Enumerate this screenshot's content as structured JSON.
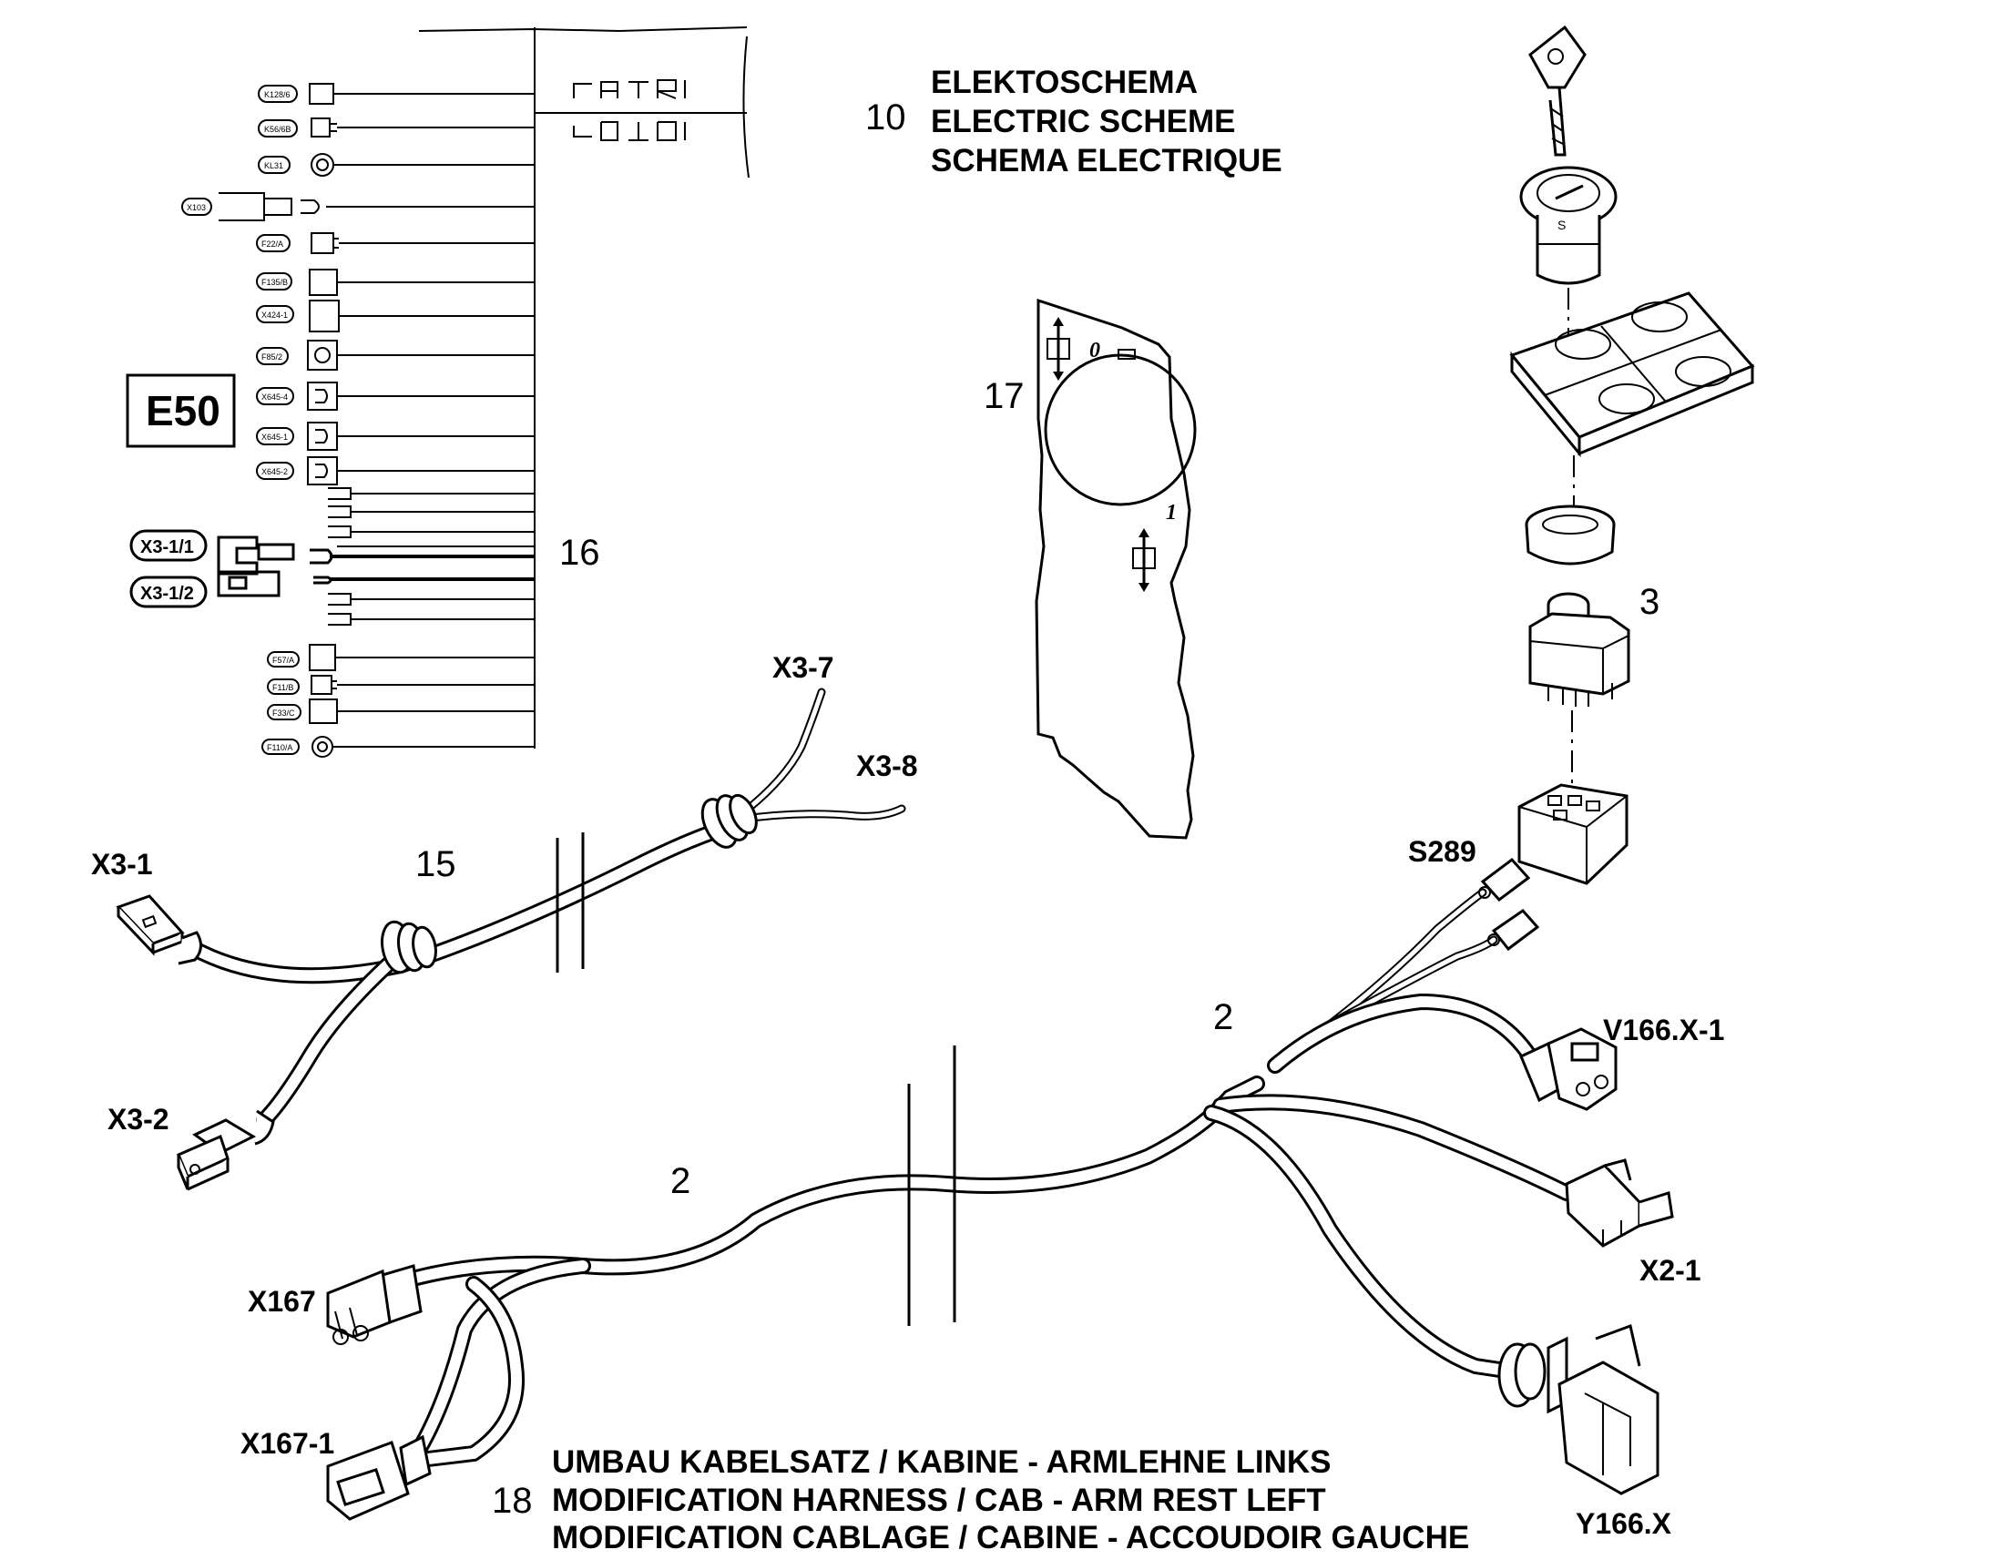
{
  "titles": {
    "scheme": {
      "item": "10",
      "lines": [
        "ELEKTOSCHEMA",
        "ELECTRIC SCHEME",
        "SCHEMA ELECTRIQUE"
      ]
    },
    "harness": {
      "item": "18",
      "lines": [
        "UMBAU KABELSATZ / KABINE - ARMLEHNE LINKS",
        "MODIFICATION HARNESS / CAB -  ARM REST LEFT",
        "MODIFICATION CABLAGE / CABINE - ACCOUDOIR GAUCHE"
      ]
    }
  },
  "schematic": {
    "box_label": "E50",
    "item": "16",
    "small_connectors": [
      "K128/6",
      "K56/6B",
      "KL31",
      "X103",
      "F22/A",
      "F135/B",
      "X424-1",
      "F85/2",
      "X645-4",
      "X645-1",
      "X645-2",
      "F57/A",
      "F11/B",
      "F33/C",
      "F110/A"
    ],
    "large_connectors": [
      "X3-1/1",
      "X3-1/2"
    ]
  },
  "parts": {
    "decal_item": "17",
    "decal_marks": [
      "0",
      "1"
    ],
    "switch_item": "3",
    "harness_15_item": "15",
    "harness_2_item_upper": "2",
    "harness_2_item_lower": "2"
  },
  "connectors": [
    "X3-7",
    "X3-8",
    "X3-1",
    "X3-2",
    "S289",
    "V166.X-1",
    "X2-1",
    "X167",
    "X167-1",
    "Y166.X"
  ],
  "colors": {
    "ink": "#000000",
    "paper": "#ffffff",
    "decal_fill": "#ffffff"
  }
}
